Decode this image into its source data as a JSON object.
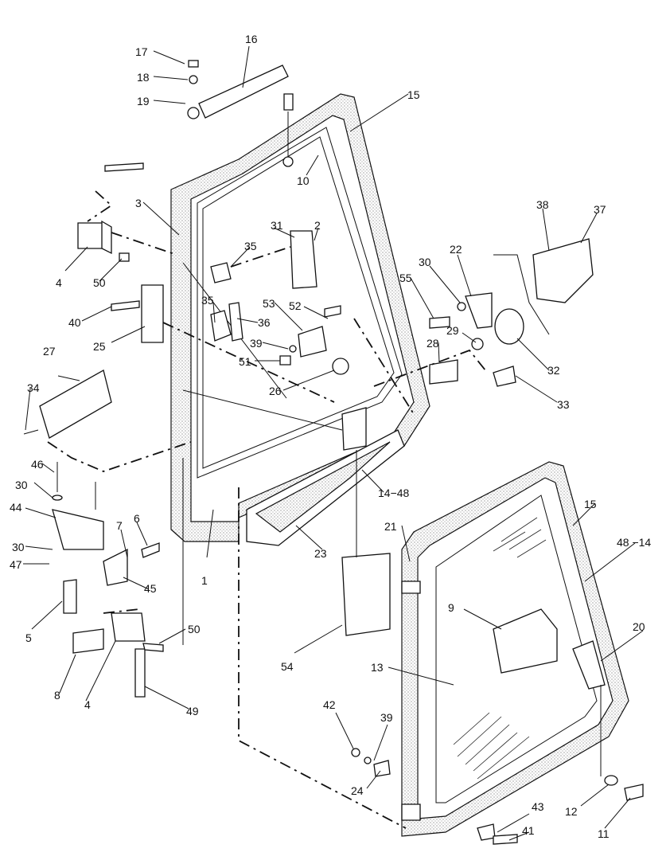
{
  "callouts": [
    {
      "id": "c17",
      "text": "17"
    },
    {
      "id": "c16",
      "text": "16"
    },
    {
      "id": "c18",
      "text": "18"
    },
    {
      "id": "c19",
      "text": "19"
    },
    {
      "id": "c15a",
      "text": "15"
    },
    {
      "id": "c10",
      "text": "10"
    },
    {
      "id": "c3",
      "text": "3"
    },
    {
      "id": "c31",
      "text": "31"
    },
    {
      "id": "c2",
      "text": "2"
    },
    {
      "id": "c38",
      "text": "38"
    },
    {
      "id": "c37",
      "text": "37"
    },
    {
      "id": "c4a",
      "text": "4"
    },
    {
      "id": "c50a",
      "text": "50"
    },
    {
      "id": "c35a",
      "text": "35"
    },
    {
      "id": "c22",
      "text": "22"
    },
    {
      "id": "c30a",
      "text": "30"
    },
    {
      "id": "c55",
      "text": "55"
    },
    {
      "id": "c53",
      "text": "53"
    },
    {
      "id": "c52",
      "text": "52"
    },
    {
      "id": "c35b",
      "text": "35"
    },
    {
      "id": "c40",
      "text": "40"
    },
    {
      "id": "c36",
      "text": "36"
    },
    {
      "id": "c25",
      "text": "25"
    },
    {
      "id": "c39a",
      "text": "39"
    },
    {
      "id": "c29",
      "text": "29"
    },
    {
      "id": "c28",
      "text": "28"
    },
    {
      "id": "c27",
      "text": "27"
    },
    {
      "id": "c51",
      "text": "51"
    },
    {
      "id": "c26",
      "text": "26"
    },
    {
      "id": "c32",
      "text": "32"
    },
    {
      "id": "c34",
      "text": "34"
    },
    {
      "id": "c33",
      "text": "33"
    },
    {
      "id": "c46",
      "text": "46"
    },
    {
      "id": "c30b",
      "text": "30"
    },
    {
      "id": "c14_48",
      "text": "14−48"
    },
    {
      "id": "c44",
      "text": "44"
    },
    {
      "id": "c15b",
      "text": "15"
    },
    {
      "id": "c7",
      "text": "7"
    },
    {
      "id": "c6",
      "text": "6"
    },
    {
      "id": "c21",
      "text": "21"
    },
    {
      "id": "c48_14",
      "text": "48 −14"
    },
    {
      "id": "c30c",
      "text": "30"
    },
    {
      "id": "c47",
      "text": "47"
    },
    {
      "id": "c23",
      "text": "23"
    },
    {
      "id": "c1",
      "text": "1"
    },
    {
      "id": "c45",
      "text": "45"
    },
    {
      "id": "c9",
      "text": "9"
    },
    {
      "id": "c20",
      "text": "20"
    },
    {
      "id": "c5",
      "text": "5"
    },
    {
      "id": "c50b",
      "text": "50"
    },
    {
      "id": "c54",
      "text": "54"
    },
    {
      "id": "c13",
      "text": "13"
    },
    {
      "id": "c8",
      "text": "8"
    },
    {
      "id": "c4b",
      "text": "4"
    },
    {
      "id": "c49",
      "text": "49"
    },
    {
      "id": "c42",
      "text": "42"
    },
    {
      "id": "c39b",
      "text": "39"
    },
    {
      "id": "c24",
      "text": "24"
    },
    {
      "id": "c12",
      "text": "12"
    },
    {
      "id": "c43",
      "text": "43"
    },
    {
      "id": "c11",
      "text": "11"
    },
    {
      "id": "c41",
      "text": "41"
    }
  ]
}
